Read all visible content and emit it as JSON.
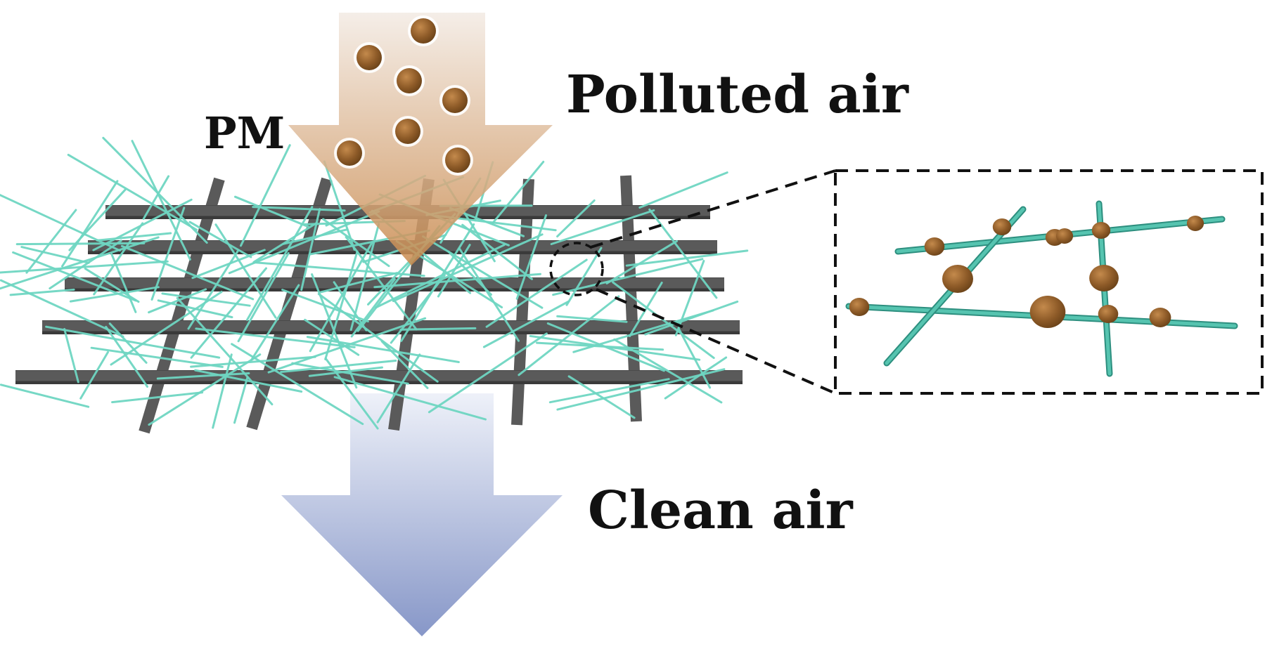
{
  "labels": {
    "pm": "PM",
    "polluted_air": "Polluted air",
    "clean_air": "Clean air"
  },
  "colors": {
    "polluted_arrow_top": "#f2e6dc",
    "polluted_arrow_bottom": "#c98e55",
    "clean_arrow_top": "#eceff8",
    "clean_arrow_bottom": "#8c9ccb",
    "particle": "#8a5a28",
    "fiber": "#6fd6c2",
    "inset_fiber": "#3aa896",
    "grid_bar": "#5a5a5a",
    "dash": "#111111",
    "text": "#111111"
  },
  "icons": {
    "particle": "pm-particle-icon",
    "magnifier": "zoom-circle-icon"
  }
}
